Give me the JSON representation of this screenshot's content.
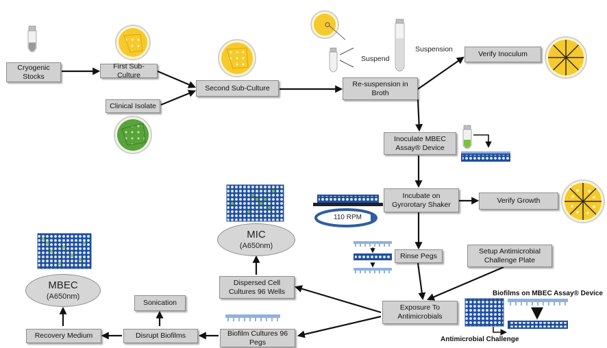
{
  "boxes": {
    "cryogenic_stocks": "Cryogenic Stocks",
    "first_subculture": "First Sub-Culture",
    "clinical_isolate": "Clinical Isolate",
    "second_subculture": "Second Sub-Culture",
    "resuspension": "Re-suspension in Broth",
    "verify_inoculum": "Verify Inoculum",
    "inoculate_mbec": "Inoculate MBEC Assay® Device",
    "incubate": "Incubate on Gyrorotary Shaker",
    "verify_growth": "Verify Growth",
    "rinse_pegs": "Rinse Pegs",
    "setup_plate": "Setup Antimicrobial Challenge Plate",
    "exposure": "Exposure To Antimicrobials",
    "dispersed_cells": "Dispersed Cell Cultures 96 Wells",
    "biofilm_cultures": "Biofilm Cultures 96 Pegs",
    "disrupt_biofilms": "Disrupt Biofilms",
    "sonication": "Sonication",
    "recovery_medium": "Recovery Medium"
  },
  "labels": {
    "suspend": "Suspend",
    "suspension": "Suspension",
    "rpm": "110 RPM",
    "biofilms_on_device": "Biofilms on MBEC Assay® Device",
    "antimicrobial_challenge": "Antimicrobial Challenge"
  },
  "ellipses": {
    "mic_title": "MIC",
    "mic_sub": "(A650nm)",
    "mbec_title": "MBEC",
    "mbec_sub": "(A650nm)"
  },
  "colors": {
    "box_fill": "#d1d1d1",
    "arrow": "#111111",
    "plate_blue": "#1f4e9c",
    "agar_yellow": "#f6c92d",
    "agar_green": "#58a33b",
    "shaker_ring": "#2e5f9e"
  }
}
